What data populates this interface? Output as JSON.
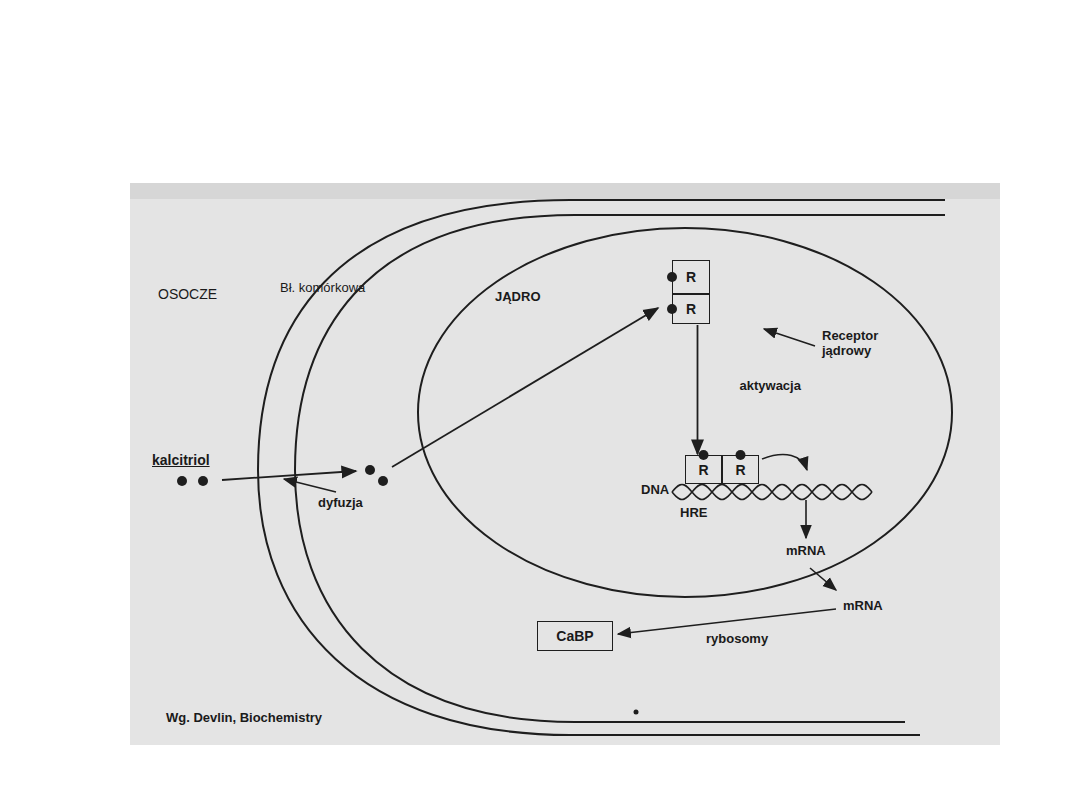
{
  "diagram": {
    "nodes": [
      {
        "text": [
          "JĄDRO"
        ]
      },
      {
        "text": [
          "R"
        ],
        "in": 0
      },
      {
        "text": [
          "R"
        ],
        "in": 0
      },
      {
        "text": [
          "R"
        ],
        "in": 0
      },
      {
        "text": [
          "R"
        ],
        "in": 0
      },
      {
        "text": [
          "CaBP"
        ]
      }
    ],
    "edges": [
      {
        "from": 2,
        "to": 3,
        "arrow": "to",
        "label": "aktywacja"
      }
    ],
    "labels": [
      "OSOCZE",
      "Bł. komórkowa",
      "Receptor jądrowy",
      "DNA",
      "HRE",
      "mRNA",
      "mRNA",
      "rybosomy",
      "kalcitriol",
      "dyfuzja",
      "Wg. Devlin, Biochemistry"
    ]
  }
}
